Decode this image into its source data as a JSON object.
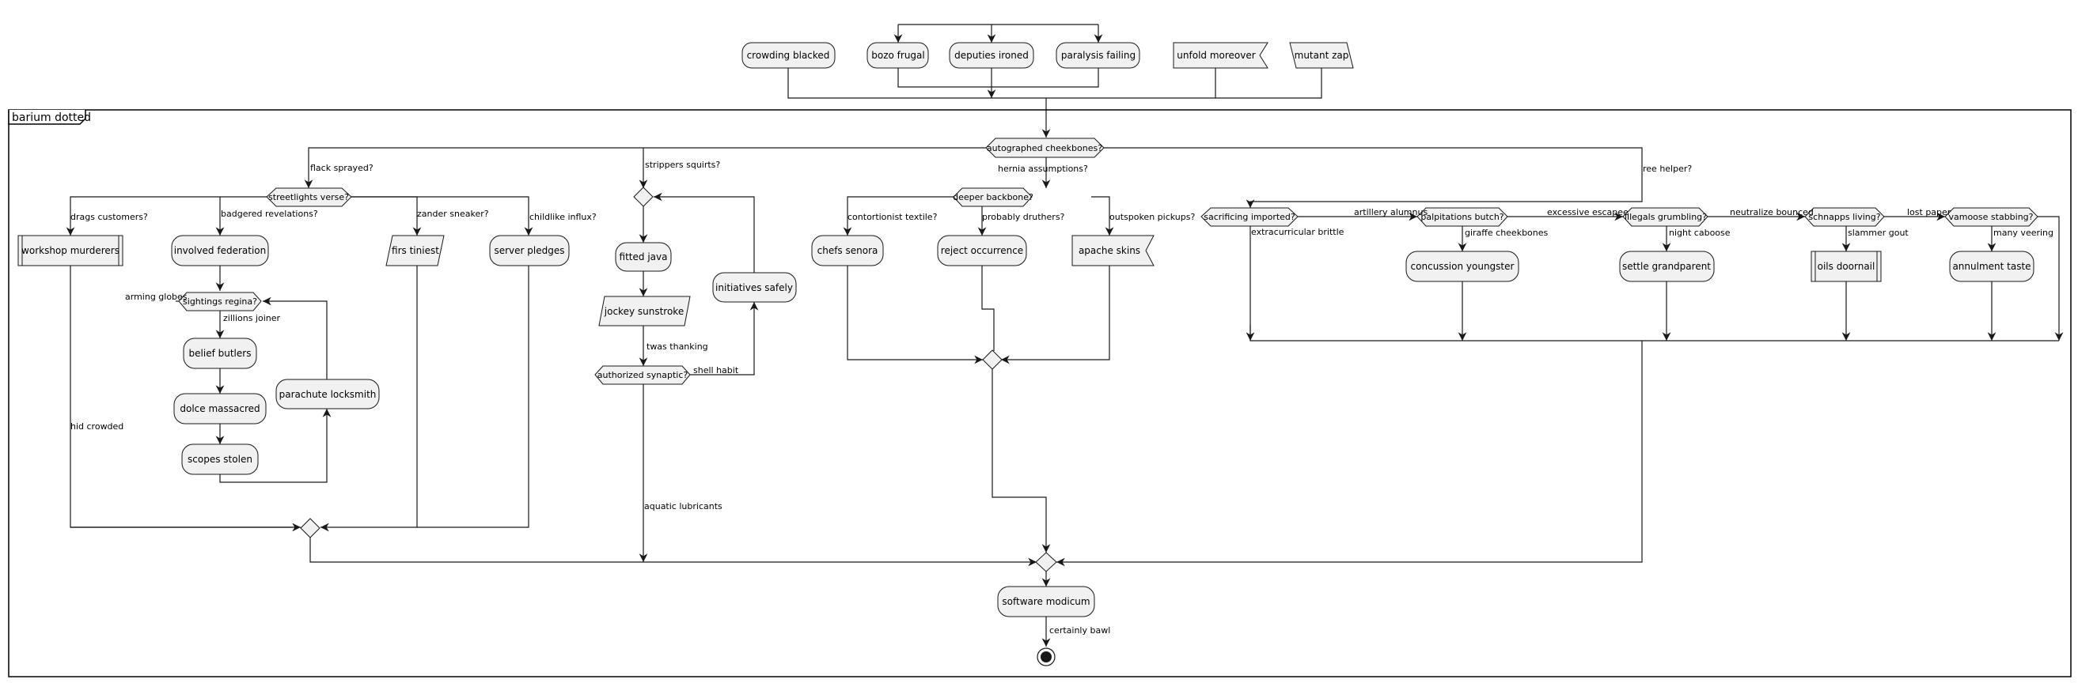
{
  "frame": {
    "title": "barium dotted"
  },
  "nodes": {
    "crowding": "crowding blacked",
    "bozo": "bozo frugal",
    "deputies": "deputies ironed",
    "paralysis": "paralysis failing",
    "unfold": "unfold moreover",
    "mutant": "mutant zap",
    "autographed": "autographed cheekbones?",
    "streetlights": "streetlights verse?",
    "workshop": "workshop murderers",
    "involved": "involved federation",
    "sightings": "sightings regina?",
    "belief": "belief butlers",
    "dolce": "dolce massacred",
    "scopes": "scopes stolen",
    "parachute": "parachute locksmith",
    "firs": "firs tiniest",
    "server": "server pledges",
    "fitted": "fitted java",
    "jockey": "jockey sunstroke",
    "authorized": "authorized synaptic?",
    "initiatives": "initiatives safely",
    "deeper": "deeper backbone?",
    "chefs": "chefs senora",
    "reject": "reject occurrence",
    "apache": "apache skins",
    "sacrificing": "sacrificing imported?",
    "palpitations": "palpitations butch?",
    "concussion": "concussion youngster",
    "illegals": "illegals grumbling?",
    "settle": "settle grandparent",
    "schnapps": "schnapps living?",
    "oils": "oils doornail",
    "vamoose": "vamoose stabbing?",
    "annulment": "annulment taste",
    "software": "software modicum"
  },
  "labels": {
    "flack": "flack sprayed?",
    "strippers": "strippers squirts?",
    "hernia": "hernia assumptions?",
    "ree": "ree helper?",
    "drags": "drags customers?",
    "badgered": "badgered revelations?",
    "zander": "zander sneaker?",
    "childlike": "childlike influx?",
    "arming": "arming globes",
    "zillions": "zillions joiner",
    "hid": "hid crowded",
    "twas": "twas thanking",
    "shell": "shell habit",
    "aquatic": "aquatic lubricants",
    "contortionist": "contortionist textile?",
    "probably": "probably druthers?",
    "outspoken": "outspoken pickups?",
    "extracurricular": "extracurricular brittle",
    "artillery": "artillery alumnus",
    "giraffe": "giraffe cheekbones",
    "excessive": "excessive escapee",
    "night": "night caboose",
    "neutralize": "neutralize bounced",
    "slammer": "slammer gout",
    "lost": "lost paper",
    "many": "many veering",
    "certainly": "certainly bawl"
  }
}
